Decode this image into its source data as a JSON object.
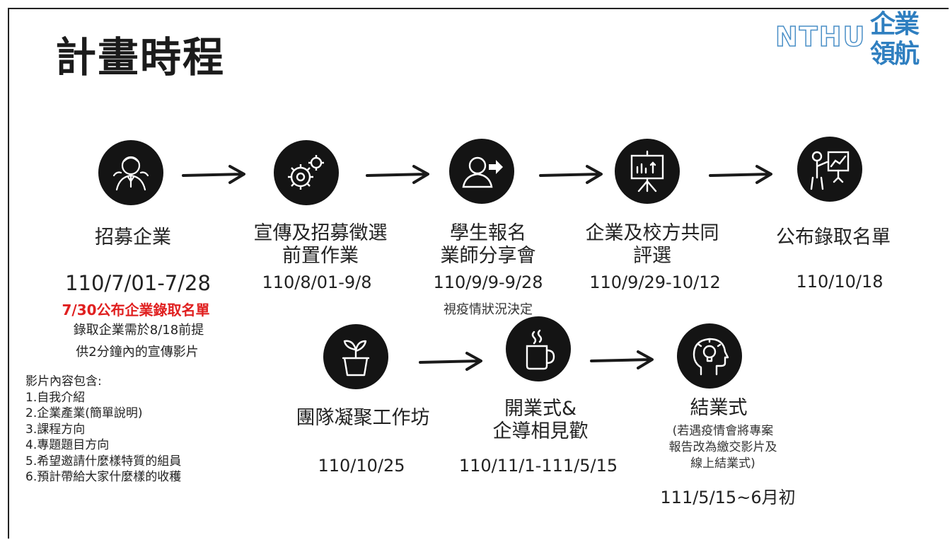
{
  "title": "計畫時程",
  "logo": {
    "text": "NTHU",
    "line1": "企業",
    "line2": "領航"
  },
  "steps_row1": [
    {
      "label": "招募企業",
      "date": "110/7/01-7/28",
      "icon": "executive-icon"
    },
    {
      "label_line1": "宣傳及招募徵選",
      "label_line2": "前置作業",
      "date": "110/8/01-9/8",
      "icon": "gears-icon"
    },
    {
      "label_line1": "學生報名",
      "label_line2": "業師分享會",
      "date": "110/9/9-9/28",
      "note": "視疫情狀況決定",
      "icon": "user-arrow-icon"
    },
    {
      "label_line1": "企業及校方共同",
      "label_line2": "評選",
      "date": "110/9/29-10/12",
      "icon": "presentation-board-icon"
    },
    {
      "label": "公布錄取名單",
      "date": "110/10/18",
      "icon": "presenter-icon"
    }
  ],
  "steps_row2": [
    {
      "label": "團隊凝聚工作坊",
      "date": "110/10/25",
      "icon": "plant-pot-icon"
    },
    {
      "label_line1": "開業式&",
      "label_line2": "企導相見歡",
      "date": "110/11/1-111/5/15",
      "icon": "coffee-mug-icon"
    },
    {
      "label": "結業式",
      "note_line1": "(若遇疫情會將專案",
      "note_line2": "報告改為繳交影片及",
      "note_line3": "線上結業式)",
      "date": "111/5/15~6月初",
      "icon": "head-lightbulb-icon"
    }
  ],
  "recruit_notes": {
    "highlight": "7/30公布企業錄取名單",
    "line1": "錄取企業需於8/18前提",
    "line2": "供2分鐘內的宣傳影片"
  },
  "video_content": {
    "heading": "影片內容包含:",
    "items": [
      "1.自我介紹",
      "2.企業產業(簡單說明)",
      "3.課程方向",
      "4.專題題目方向",
      "5.希望邀請什麼樣特質的組員",
      "6.預計帶給大家什麼樣的收穫"
    ]
  },
  "colors": {
    "icon_bg": "#141414",
    "highlight": "#e02020",
    "logo_blue": "#2f7fc0"
  }
}
